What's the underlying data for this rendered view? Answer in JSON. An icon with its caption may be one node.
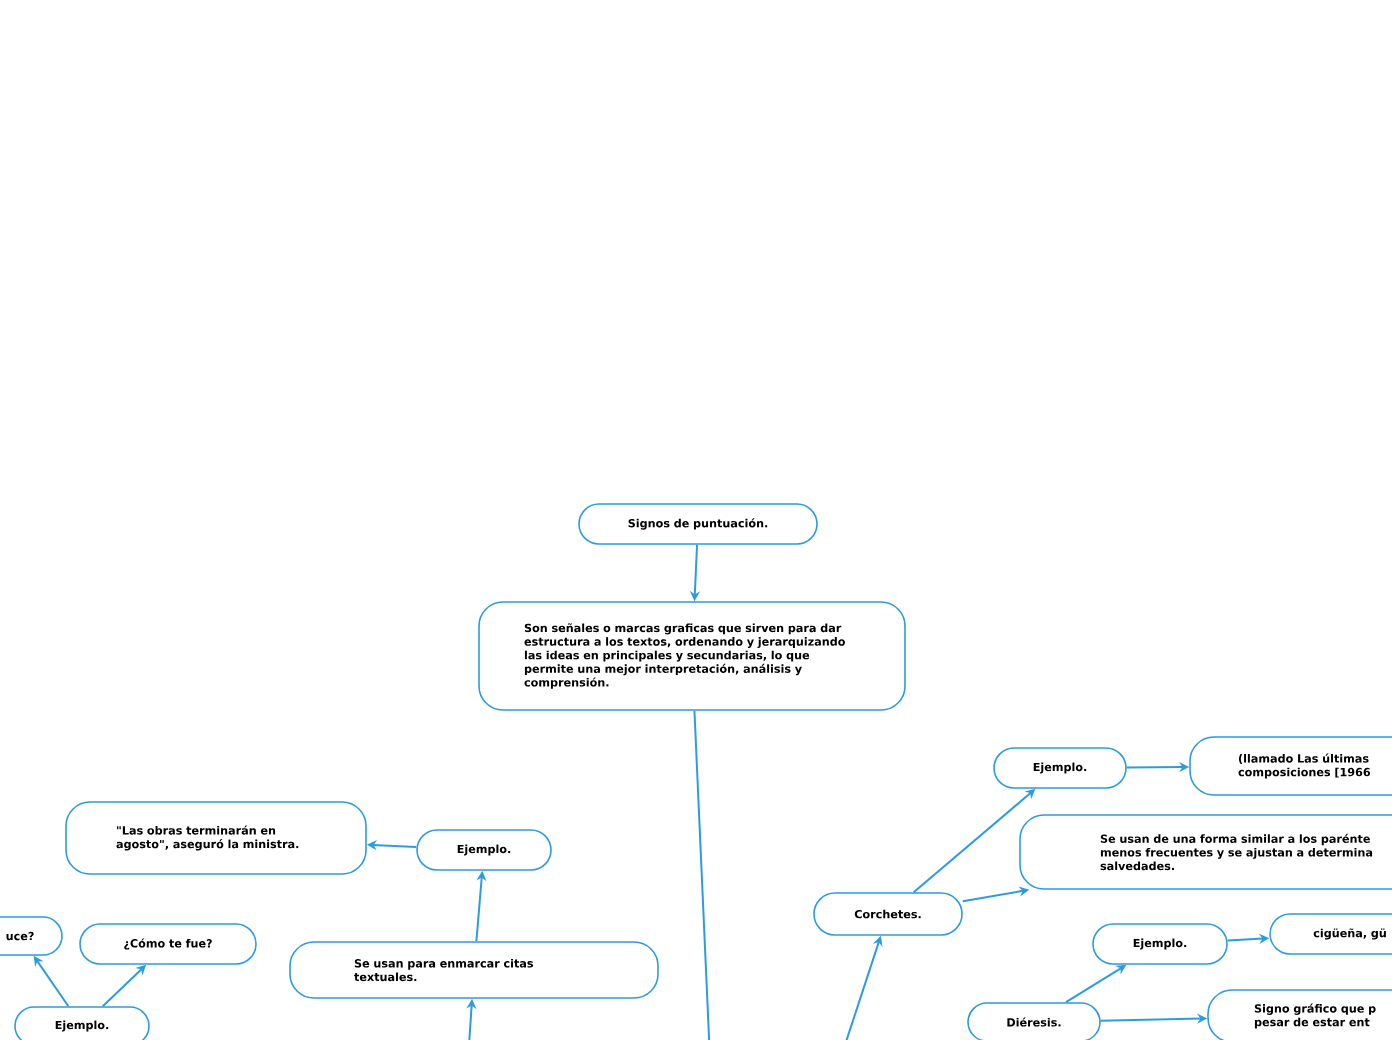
{
  "diagram": {
    "nodes": [
      {
        "text": [
          "Signos de puntuación."
        ]
      },
      {
        "text": [
          "Son señales o marcas graficas que sirven para dar estructura a los textos, ordenando y jerarquizando las ideas en principales y secundarias, lo que permite una mejor interpretación, análisis y comprensión."
        ]
      },
      {
        "text": [
          "\"Las obras terminarán en agosto\", aseguró la ministra."
        ]
      },
      {
        "text": [
          "Ejemplo."
        ]
      },
      {
        "text": [
          "Se usan para enmarcar citas textuales."
        ]
      },
      {
        "text": [
          "uce?"
        ]
      },
      {
        "text": [
          "¿Cómo te fue?"
        ]
      },
      {
        "text": [
          "Ejemplo."
        ]
      },
      {
        "text": [
          "Corchetes."
        ]
      },
      {
        "text": [
          "Ejemplo."
        ]
      },
      {
        "text": [
          "(llamado Las últimas composiciones [1966"
        ]
      },
      {
        "text": [
          "Se usan de una forma similar a los parénte menos frecuentes y se ajustan a determina salvedades."
        ]
      },
      {
        "text": [
          "Ejemplo."
        ]
      },
      {
        "text": [
          "cigüeña, gü"
        ]
      },
      {
        "text": [
          "Diéresis."
        ]
      },
      {
        "text": [
          "Signo gráfico que p pesar de estar ent"
        ]
      }
    ],
    "edges": [
      {
        "from": 0,
        "to": 1,
        "arrow": "to"
      },
      {
        "from": 1,
        "to": null,
        "arrow": "none"
      },
      {
        "from": 3,
        "to": 2,
        "arrow": "to"
      },
      {
        "from": 4,
        "to": 3,
        "arrow": "to"
      },
      {
        "from": null,
        "to": 4,
        "arrow": "to"
      },
      {
        "from": 7,
        "to": 5,
        "arrow": "to"
      },
      {
        "from": 7,
        "to": 6,
        "arrow": "to"
      },
      {
        "from": 8,
        "to": 9,
        "arrow": "to"
      },
      {
        "from": 9,
        "to": 10,
        "arrow": "to"
      },
      {
        "from": 8,
        "to": 11,
        "arrow": "to"
      },
      {
        "from": null,
        "to": 8,
        "arrow": "to"
      },
      {
        "from": 14,
        "to": 12,
        "arrow": "to"
      },
      {
        "from": 12,
        "to": 13,
        "arrow": "to"
      },
      {
        "from": 14,
        "to": 15,
        "arrow": "to"
      }
    ]
  }
}
